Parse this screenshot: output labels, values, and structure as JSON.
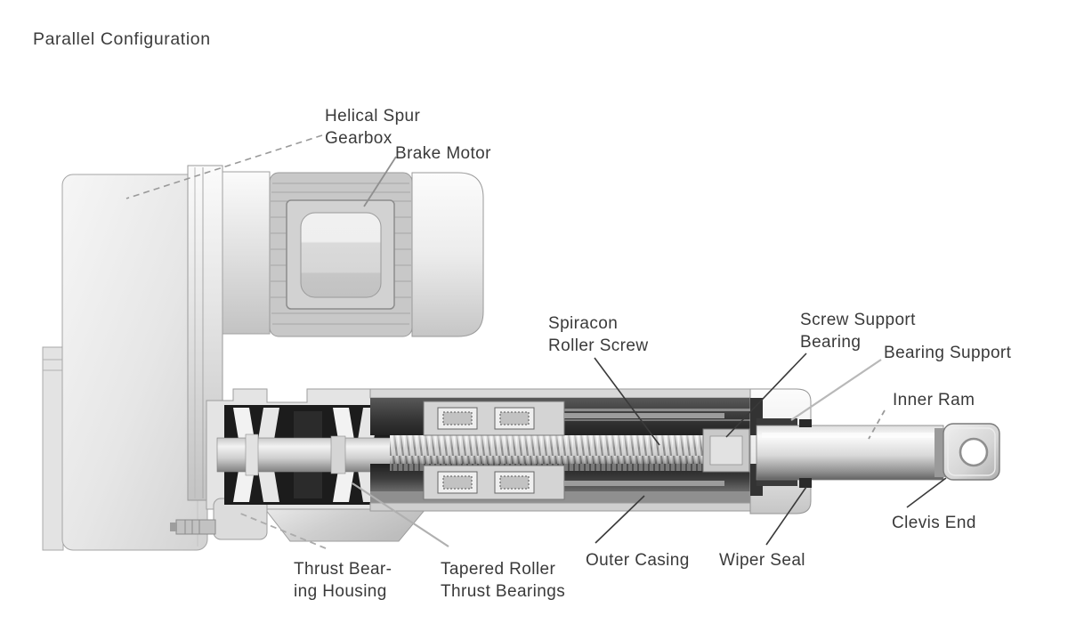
{
  "title": "Parallel Configuration",
  "diagram": {
    "labels": {
      "helical_spur_gearbox": "Helical Spur\nGearbox",
      "brake_motor": "Brake Motor",
      "spiracon_roller_screw": "Spiracon\nRoller Screw",
      "screw_support_bearing": "Screw Support\nBearing",
      "bearing_support": "Bearing Support",
      "inner_ram": "Inner Ram",
      "clevis_end": "Clevis End",
      "wiper_seal": "Wiper Seal",
      "outer_casing": "Outer Casing",
      "tapered_roller_thrust_bearings": "Tapered Roller\nThrust Bearings",
      "thrust_bearing_housing": "Thrust Bear-\ning Housing"
    },
    "colors": {
      "background": "#ffffff",
      "label_text": "#3a3a3a",
      "leader_dark": "#3a3a3a",
      "leader_gray": "#b3b3b3",
      "metal_light": "#e8e8e8",
      "metal_mid": "#c9c9c9",
      "casing_dark": "#2e2e2e"
    }
  }
}
